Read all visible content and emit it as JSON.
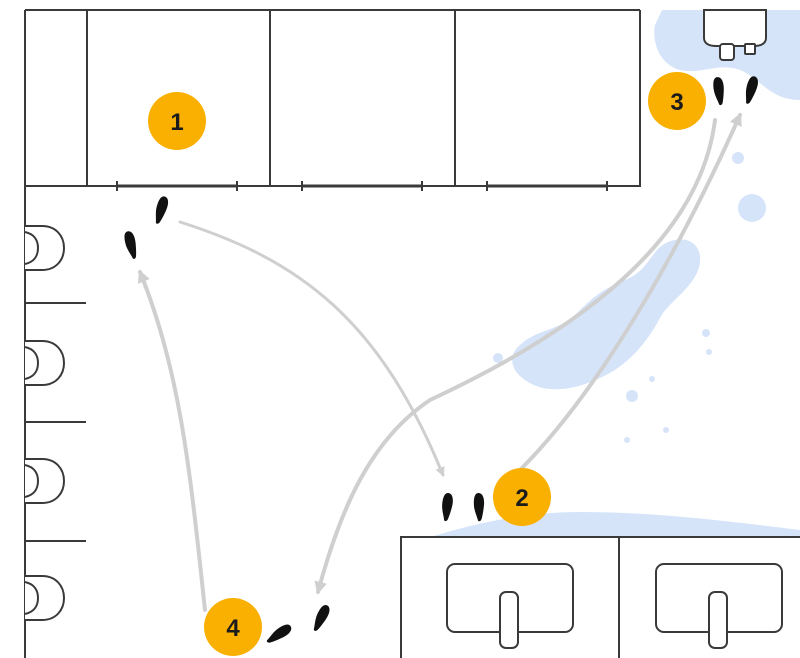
{
  "steps": [
    {
      "number": "1"
    },
    {
      "number": "2"
    },
    {
      "number": "3"
    },
    {
      "number": "4"
    }
  ],
  "colors": {
    "badge": "#F9B000",
    "water": "#D6E4FA",
    "arrow": "#CFCFCF",
    "wall": "#3A3A3A",
    "footprint": "#111111"
  },
  "icons": {
    "footprints": "footprints-icon",
    "toilet": "toilet-icon",
    "urinal": "urinal-icon",
    "sink": "sink-icon"
  }
}
